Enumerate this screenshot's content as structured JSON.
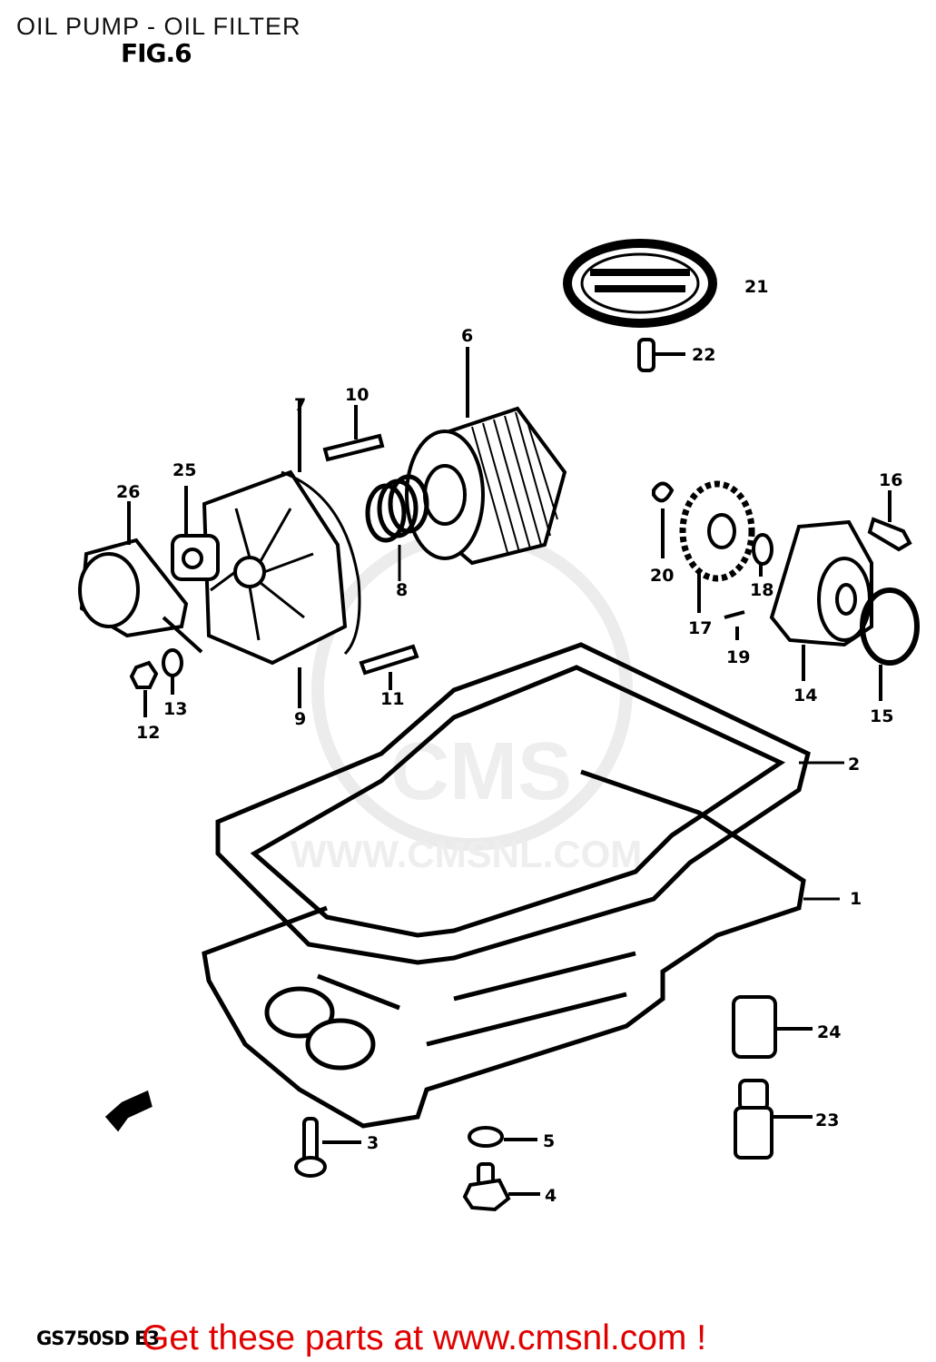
{
  "header": {
    "title": "OIL PUMP - OIL FILTER",
    "figure": "FIG.6"
  },
  "watermark": {
    "logo": "CMS",
    "url": "WWW.CMSNL.COM"
  },
  "parts": [
    {
      "id": "p1",
      "label": "1"
    },
    {
      "id": "p2",
      "label": "2"
    },
    {
      "id": "p3",
      "label": "3"
    },
    {
      "id": "p4",
      "label": "4"
    },
    {
      "id": "p5",
      "label": "5"
    },
    {
      "id": "p6",
      "label": "6"
    },
    {
      "id": "p7",
      "label": "7"
    },
    {
      "id": "p8",
      "label": "8"
    },
    {
      "id": "p9",
      "label": "9"
    },
    {
      "id": "p10",
      "label": "10"
    },
    {
      "id": "p11",
      "label": "11"
    },
    {
      "id": "p12",
      "label": "12"
    },
    {
      "id": "p13",
      "label": "13"
    },
    {
      "id": "p14",
      "label": "14"
    },
    {
      "id": "p15",
      "label": "15"
    },
    {
      "id": "p16",
      "label": "16"
    },
    {
      "id": "p17",
      "label": "17"
    },
    {
      "id": "p18",
      "label": "18"
    },
    {
      "id": "p19",
      "label": "19"
    },
    {
      "id": "p20",
      "label": "20"
    },
    {
      "id": "p21",
      "label": "21"
    },
    {
      "id": "p22",
      "label": "22"
    },
    {
      "id": "p23",
      "label": "23"
    },
    {
      "id": "p24",
      "label": "24"
    },
    {
      "id": "p25",
      "label": "25"
    },
    {
      "id": "p26",
      "label": "26"
    }
  ],
  "footer": {
    "model": "GS750SD E3",
    "promo": "Get these parts at www.cmsnl.com !"
  },
  "colors": {
    "promo": "#e00000",
    "line": "#000000",
    "watermark": "#c8c8c8"
  }
}
